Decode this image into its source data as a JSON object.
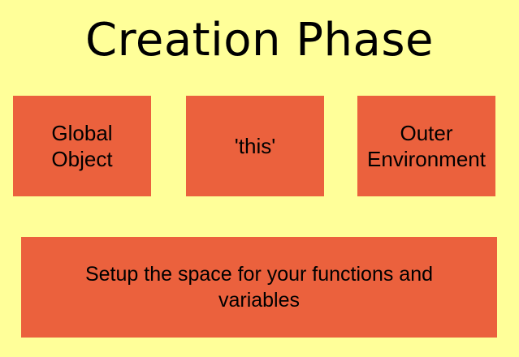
{
  "title": "Creation Phase",
  "boxes": {
    "global_object": [
      "Global",
      "Object"
    ],
    "this": "'this'",
    "outer_environment": [
      "Outer",
      "Environment"
    ],
    "setup": [
      "Setup the space for your functions and",
      "variables"
    ]
  },
  "colors": {
    "background": "#FFFF99",
    "box": "#EB613D",
    "text": "#000000"
  }
}
